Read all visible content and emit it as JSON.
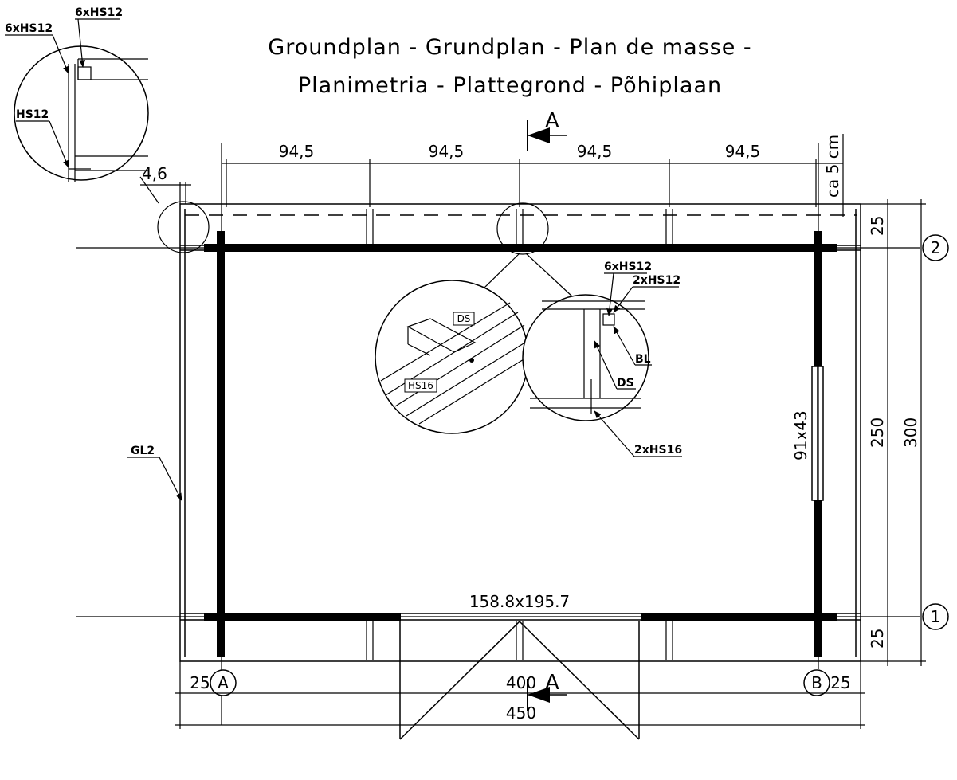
{
  "title": {
    "line1": "Groundplan - Grundplan - Plan de masse -",
    "line2": "Planimetria - Plattegrond - Põhiplaan"
  },
  "section_marker": {
    "label": "A"
  },
  "dimensions": {
    "top_segment": "94,5",
    "overhang_gap": "4,6",
    "roof_overhang": "ca 5 cm",
    "side_overhang": "25",
    "wall_depth": "250",
    "total_depth": "300",
    "wall_length": "400",
    "total_length": "450",
    "window": "91x43",
    "door": "158.8x195.7"
  },
  "axes": {
    "front": "1",
    "back": "2",
    "left": "A",
    "right": "B"
  },
  "labels": {
    "gl2": "GL2",
    "six_hs12": "6xHS12",
    "hs12": "HS12",
    "two_hs12": "2xHS12",
    "bl": "BL",
    "ds": "DS",
    "two_hs16": "2xHS16",
    "hs16": "HS16"
  }
}
